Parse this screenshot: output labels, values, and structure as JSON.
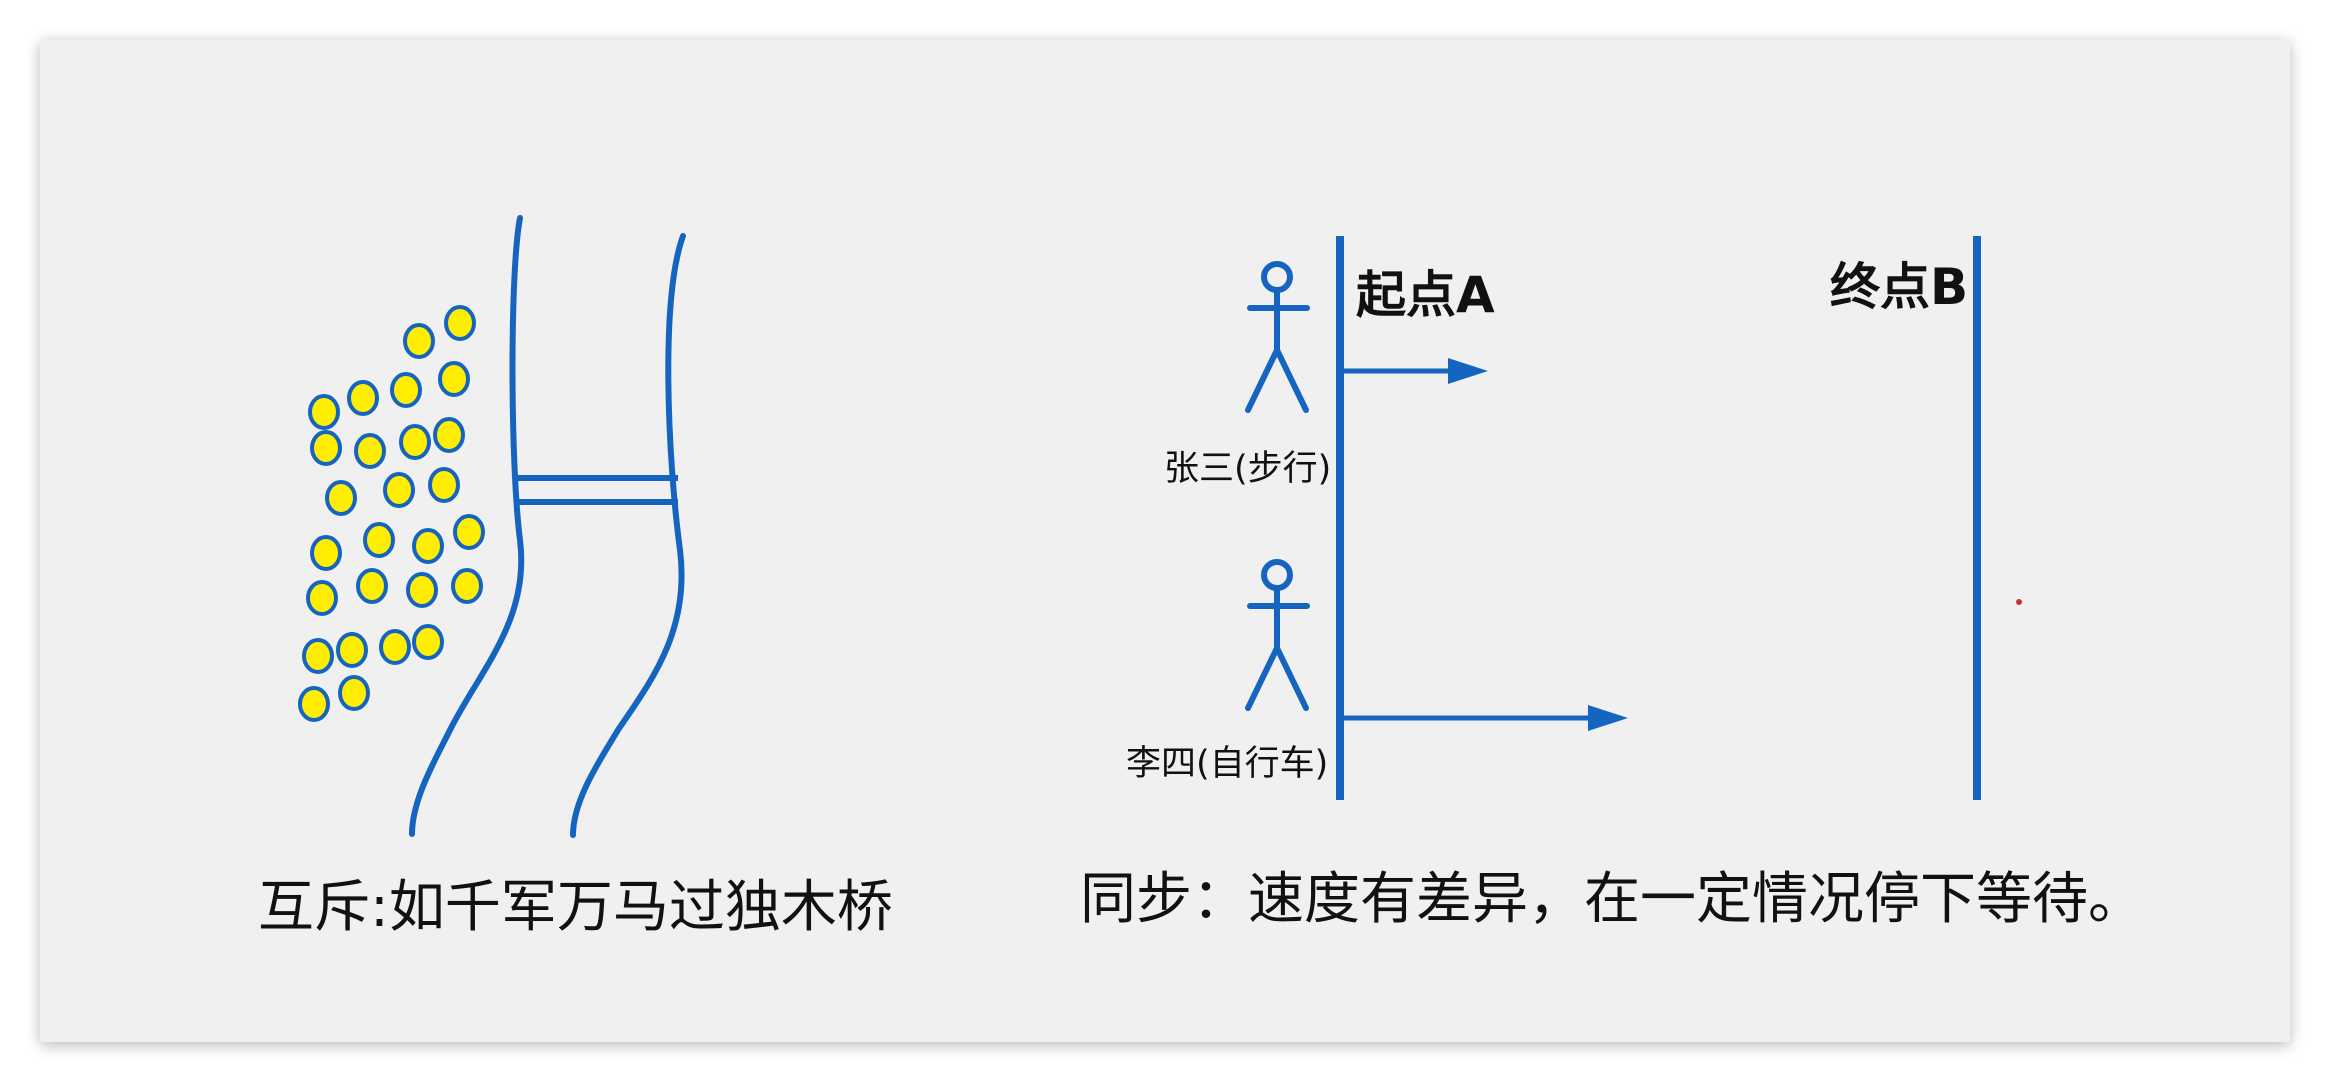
{
  "mutex": {
    "caption": "互斥:如千军万马过独木桥"
  },
  "sync": {
    "caption": "同步：速度有差异，在一定情况停下等待。",
    "start_label": "起点A",
    "end_label": "终点B",
    "walker_label": "张三(步行)",
    "cyclist_label": "李四(自行车)"
  },
  "colors": {
    "stroke": "#1565c0",
    "dot_fill": "#ffee00",
    "background": "#f0f0f0",
    "marker": "#d32f2f"
  }
}
